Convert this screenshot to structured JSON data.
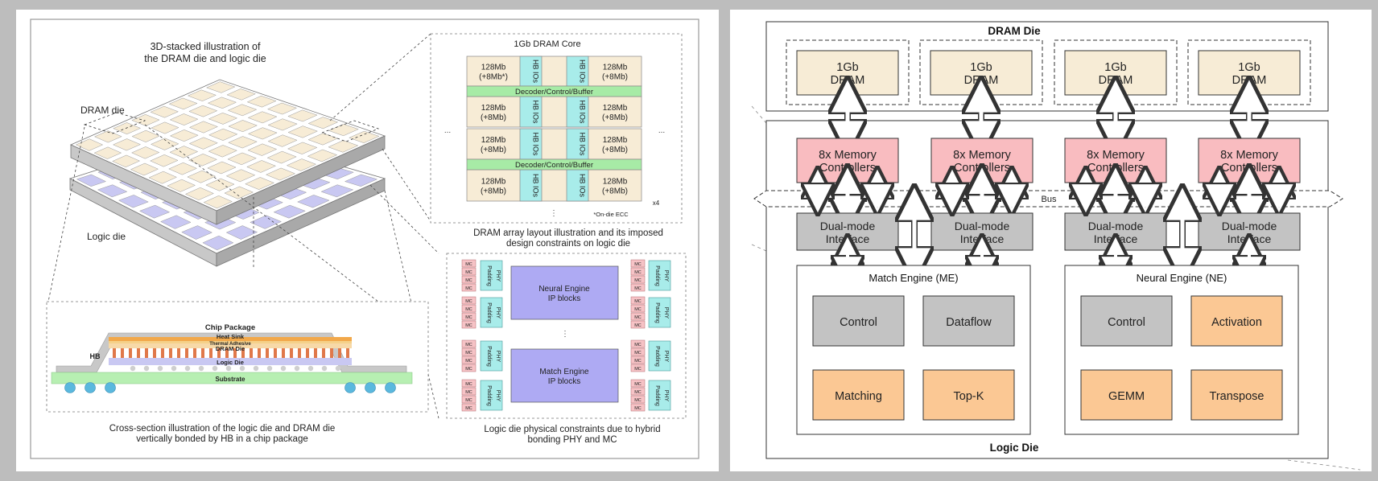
{
  "left": {
    "stack_title": [
      "3D-stacked illustration of",
      "the DRAM die and logic die"
    ],
    "dram_die_label": "DRAM die",
    "logic_die_label": "Logic die",
    "core": {
      "title": "1Gb DRAM Core",
      "bank": [
        "128Mb",
        "(+8Mb)"
      ],
      "bank_star": [
        "128Mb",
        "(+8Mb*)"
      ],
      "hbio": "HB IOs",
      "decoder": "Decoder/Control/Buffer",
      "ellipsis": "...",
      "vdots": "⋮",
      "footnote": "*On-die ECC",
      "multiplier": "x4"
    },
    "core_caption": [
      "DRAM array layout illustration and its imposed",
      "design constraints on logic die"
    ],
    "cross": {
      "chip_package": "Chip Package",
      "heat_sink": "Heat Sink",
      "thermal": "Thermal Adhesive",
      "dram": "DRAM Die",
      "hb": "HB",
      "logic": "Logic Die",
      "substrate": "Substrate"
    },
    "cross_caption": [
      "Cross-section illustration of the logic die and DRAM die",
      "vertically bonded by HB in a chip package"
    ],
    "phy": {
      "mc": "MC",
      "padding": "Padding",
      "phy": "PHY",
      "neural": [
        "Neural Engine",
        "IP blocks"
      ],
      "match": [
        "Match Engine",
        "IP blocks"
      ],
      "vdots": "⋮"
    },
    "phy_caption": [
      "Logic die physical constraints due to hybrid",
      "bonding PHY and MC"
    ]
  },
  "right": {
    "dram_die": "DRAM Die",
    "logic_die": "Logic Die",
    "dram_block": [
      "1Gb",
      "DRAM"
    ],
    "mem_ctrl": [
      "8x Memory",
      "Controllers"
    ],
    "dual_mode": [
      "Dual-mode",
      "Interface"
    ],
    "bus": "Bus",
    "me": {
      "title": "Match Engine (ME)",
      "blocks": [
        "Control",
        "Dataflow",
        "Matching",
        "Top-K"
      ]
    },
    "ne": {
      "title": "Neural Engine (NE)",
      "blocks": [
        "Control",
        "Activation",
        "GEMM",
        "Transpose"
      ]
    }
  },
  "colors": {
    "dram_tile": "#f7ecd6",
    "logic_tile": "#c9c8f2",
    "hbio": "#a8ecea",
    "decoder": "#a7eba6",
    "mem_ctrl": "#f9bcc0",
    "compute": "#fbc894",
    "gray_block": "#c3c3c3",
    "engine_ip": "#aeaaf3"
  }
}
